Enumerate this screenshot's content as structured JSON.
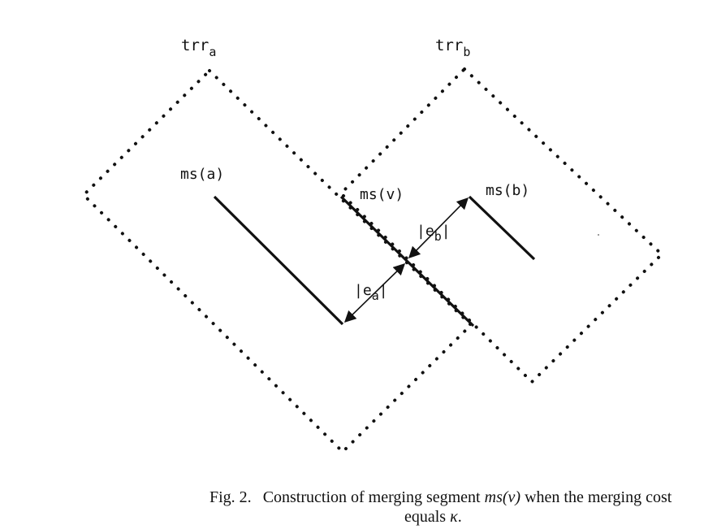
{
  "figure": {
    "labels": {
      "trr_a": {
        "base": "trr",
        "sub": "a"
      },
      "trr_b": {
        "base": "trr",
        "sub": "b"
      },
      "ms_a": "ms(a)",
      "ms_v": "ms(v)",
      "ms_b": "ms(b)",
      "e_a": {
        "open": "|e",
        "sub": "a",
        "close": "|"
      },
      "e_b": {
        "open": "|e",
        "sub": "b",
        "close": "|"
      }
    },
    "caption": {
      "prefix": "Fig. 2.",
      "text_before": "Construction of merging segment ",
      "math": "ms(v)",
      "text_after": " when the merging cost",
      "line2_before": "equals ",
      "kappa": "κ",
      "line2_after": "."
    }
  }
}
